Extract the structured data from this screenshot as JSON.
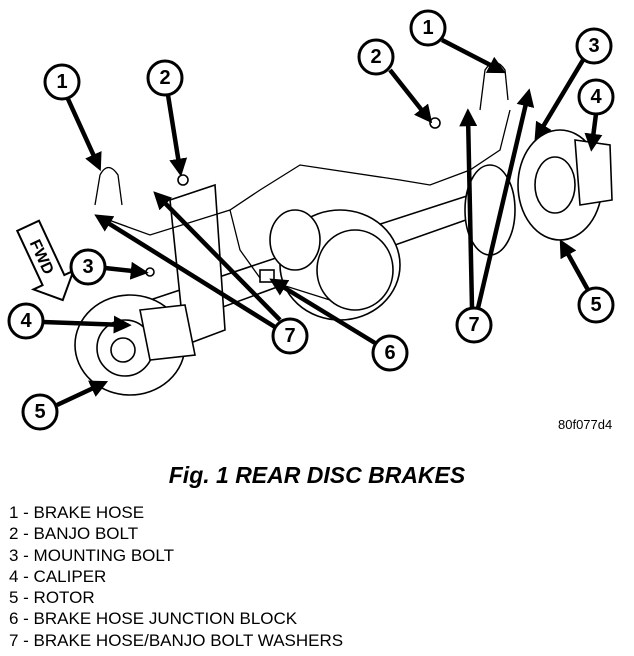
{
  "figure": {
    "caption": "Fig. 1 REAR DISC BRAKES",
    "code": "80f077d4",
    "fwd_label": "FWD",
    "callouts": [
      "1",
      "2",
      "3",
      "4",
      "5",
      "6",
      "7"
    ],
    "legend": [
      "1 - BRAKE HOSE",
      "2 - BANJO BOLT",
      "3 - MOUNTING BOLT",
      "4 - CALIPER",
      "5 - ROTOR",
      "6 - BRAKE HOSE JUNCTION BLOCK",
      "7 - BRAKE HOSE/BANJO BOLT WASHERS"
    ]
  }
}
